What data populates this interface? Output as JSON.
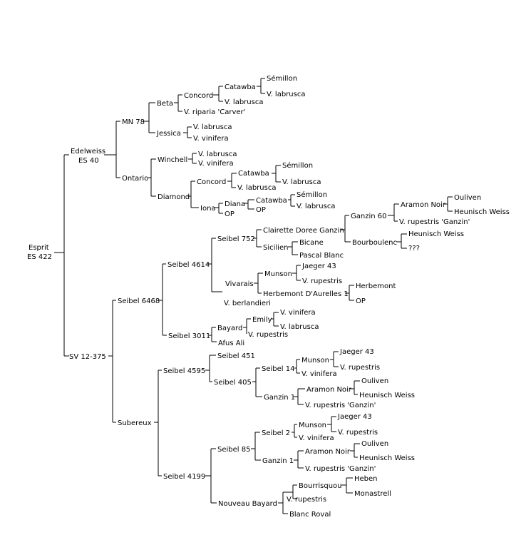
{
  "nodes": {
    "esprit": "Esprit",
    "esprit_code": "ES 422",
    "edelweiss": "Edelweiss",
    "edelweiss_code": "ES 40",
    "mn78": "MN 78",
    "beta": "Beta",
    "concord_a": "Concord",
    "catawba_a": "Catawba",
    "semillon_a": "Sémillon",
    "vlab_a": "V. labrusca",
    "vlab_b": "V. labrusca",
    "vriparia": "V. riparia 'Carver'",
    "jessica": "Jessica",
    "vlab_c": "V. labrusca",
    "vvin_a": "V. vinifera",
    "ontario": "Ontario",
    "winchell": "Winchell",
    "vlab_d": "V. labrusca",
    "vvin_b": "V. vinifera",
    "diamond": "Diamond",
    "concord_b": "Concord",
    "catawba_b": "Catawba",
    "semillon_b": "Sémillon",
    "vlab_e": "V. labrusca",
    "vlab_f": "V. labrusca",
    "iona": "Iona",
    "diana": "Diana",
    "catawba_c": "Catawba",
    "semillon_c": "Sémillon",
    "vlab_g": "V. labrusca",
    "op_a": "OP",
    "op_b": "OP",
    "sv": "SV 12-375",
    "seibel6468": "Seibel 6468",
    "seibel4614": "Seibel 4614",
    "seibel752": "Seibel 752",
    "clairette": "Clairette Doree Ganzin",
    "ganzin60": "Ganzin 60",
    "aramon_a": "Aramon Noir",
    "ouliven_a": "Ouliven",
    "heunisch_a": "Heunisch Weiss",
    "vrup_ganzin_a": "V. rupestris 'Ganzin'",
    "bourboulenc": "Bourboulenc",
    "heunisch_b": "Heunisch Weiss",
    "unknown": "???",
    "sicilien": "Sicilien",
    "bicane": "Bicane",
    "pascal": "Pascal Blanc",
    "vivarais": "Vivarais",
    "munson_a": "Munson",
    "jaeger_a": "Jaeger 43",
    "vrup_a": "V. rupestris",
    "herbemont_d": "Herbemont D'Aurelles 1",
    "herbemont": "Herbemont",
    "op_c": "OP",
    "vberl": "V. berlandieri",
    "seibel3011": "Seibel 3011",
    "bayard": "Bayard",
    "emily": "Emily",
    "vvin_c": "V. vinifera",
    "vlab_h": "V. labrusca",
    "vrup_b": "V. rupestris",
    "afus": "Afus Ali",
    "subereux": "Subereux",
    "seibel4595": "Seibel 4595",
    "seibel451": "Seibel 451",
    "seibel405": "Seibel 405",
    "seibel14": "Seibel 14",
    "munson_b": "Munson",
    "jaeger_b": "Jaeger 43",
    "vrup_c": "V. rupestris",
    "vvin_d": "V. vinifera",
    "ganzin1_a": "Ganzin 1",
    "aramon_b": "Aramon Noir",
    "ouliven_b": "Ouliven",
    "heunisch_c": "Heunisch Weiss",
    "vrup_ganzin_b": "V. rupestris 'Ganzin'",
    "seibel4199": "Seibel 4199",
    "seibel85": "Seibel 85",
    "seibel2": "Seibel 2",
    "munson_c": "Munson",
    "jaeger_c": "Jaeger 43",
    "vrup_d": "V. rupestris",
    "vvin_e": "V. vinifera",
    "ganzin1_b": "Ganzin 1",
    "aramon_c": "Aramon Noir",
    "ouliven_c": "Ouliven",
    "heunisch_d": "Heunisch Weiss",
    "vrup_ganzin_c": "V. rupestris 'Ganzin'",
    "nouveau": "Nouveau Bayard",
    "bourrisquou": "Bourrisquou",
    "heben": "Heben",
    "monastrell": "Monastrell",
    "vrup_e": "V. rupestris",
    "blanc": "Blanc Roval"
  }
}
